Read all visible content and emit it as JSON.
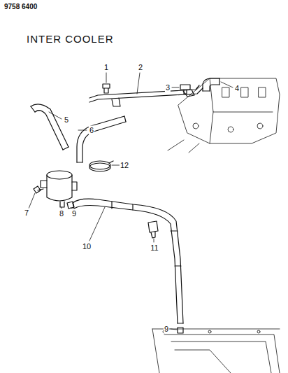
{
  "diagram": {
    "title": "INTER COOLER",
    "labels": [
      "9758 6400",
      "1",
      "2",
      "3",
      "4",
      "5",
      "6",
      "12",
      "7",
      "8",
      "9",
      "10",
      "11",
      "9"
    ]
  }
}
